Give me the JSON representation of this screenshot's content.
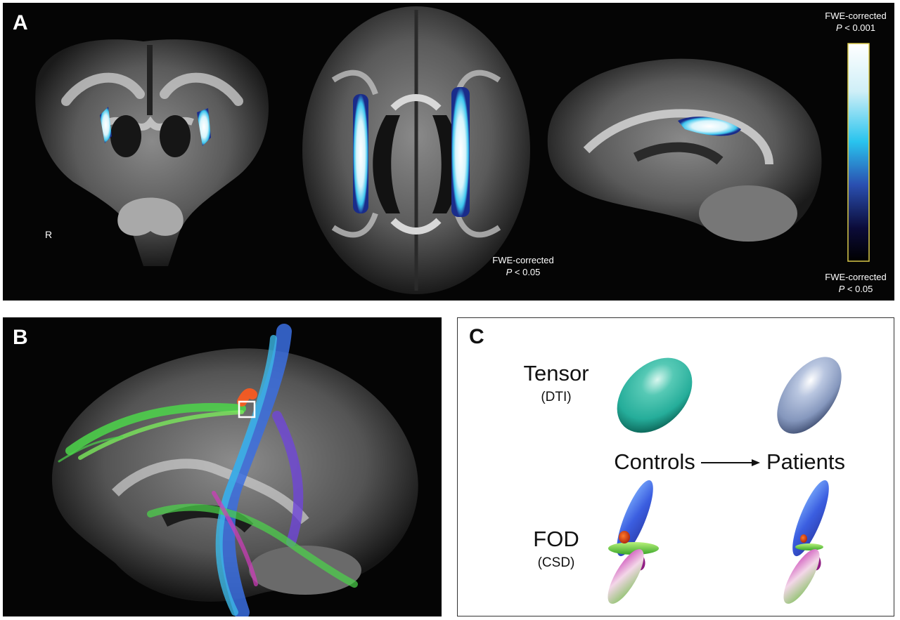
{
  "panel_a": {
    "letter": "A",
    "orientation_marker": "R",
    "axial_threshold": {
      "line1": "FWE-corrected",
      "p_symbol": "P",
      "p_value": "< 0.05"
    },
    "colorbar": {
      "top_label": {
        "line1": "FWE-corrected",
        "p_symbol": "P",
        "p_value": "< 0.001"
      },
      "bottom_label": {
        "line1": "FWE-corrected",
        "p_symbol": "P",
        "p_value": "< 0.05"
      },
      "colors": [
        "#ffffff",
        "#cfeff7",
        "#29c4ee",
        "#2a4fb0",
        "#0b0b38",
        "#000000"
      ]
    },
    "views": [
      "coronal-slice",
      "axial-slice",
      "sagittal-slice"
    ]
  },
  "panel_b": {
    "letter": "B",
    "roi_color": "#ffffff",
    "tract_colors": [
      "#4cd64a",
      "#3b6fe0",
      "#3cb8e6",
      "#d23bbd",
      "#ff5a1e"
    ]
  },
  "panel_c": {
    "letter": "C",
    "tensor_label": "Tensor",
    "tensor_sub": "(DTI)",
    "fod_label": "FOD",
    "fod_sub": "(CSD)",
    "controls_label": "Controls",
    "patients_label": "Patients",
    "controls_tensor_color": "#25ad9a",
    "patients_tensor_color": "#8597bd"
  }
}
